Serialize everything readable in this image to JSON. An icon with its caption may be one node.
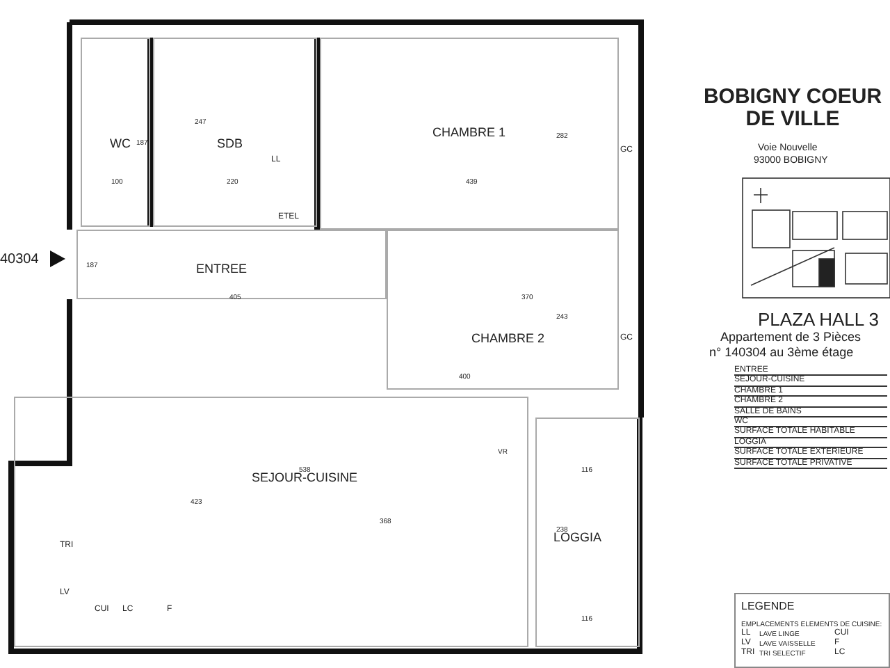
{
  "diagram": {
    "title": "BOBIGNY COEUR DE VILLE",
    "nodes": [
      {
        "text": [
          "WC"
        ]
      },
      {
        "text": [
          "SDB"
        ]
      },
      {
        "text": [
          "CHAMBRE 1"
        ]
      },
      {
        "text": [
          "ENTREE"
        ]
      },
      {
        "text": [
          "CHAMBRE 2"
        ]
      },
      {
        "text": [
          "SEJOUR-CUISINE"
        ]
      },
      {
        "text": [
          "LOGGIA"
        ]
      }
    ],
    "labels": [
      "LL",
      "ETEL",
      "100",
      "187",
      "220",
      "247",
      "439",
      "282",
      "GC",
      "40304",
      "187",
      "405",
      "370",
      "243",
      "GC",
      "400",
      "538",
      "VR",
      "116",
      "423",
      "368",
      "238",
      "TRI",
      "LV",
      "CUI",
      "LC",
      "F",
      "116",
      "Voie Nouvelle",
      "93000 BOBIGNY",
      "PLAZA HALL 3",
      "Appartement de 3 Pièces",
      "n° 140304 au 3ème étage",
      "ENTREE",
      "SEJOUR-CUISINE",
      "CHAMBRE 1",
      "CHAMBRE 2",
      "SALLE DE BAINS",
      "WC",
      "SURFACE TOTALE HABITABLE",
      "LOGGIA",
      "SURFACE TOTALE EXTERIEURE",
      "SURFACE TOTALE PRIVATIVE",
      "LEGENDE",
      "EMPLACEMENTS ELEMENTS DE CUISINE:",
      "LL",
      "LAVE LINGE",
      "CUI",
      "LV",
      "LAVE VAISSELLE",
      "F",
      "TRI",
      "TRI SELECTIF",
      "LC"
    ]
  }
}
